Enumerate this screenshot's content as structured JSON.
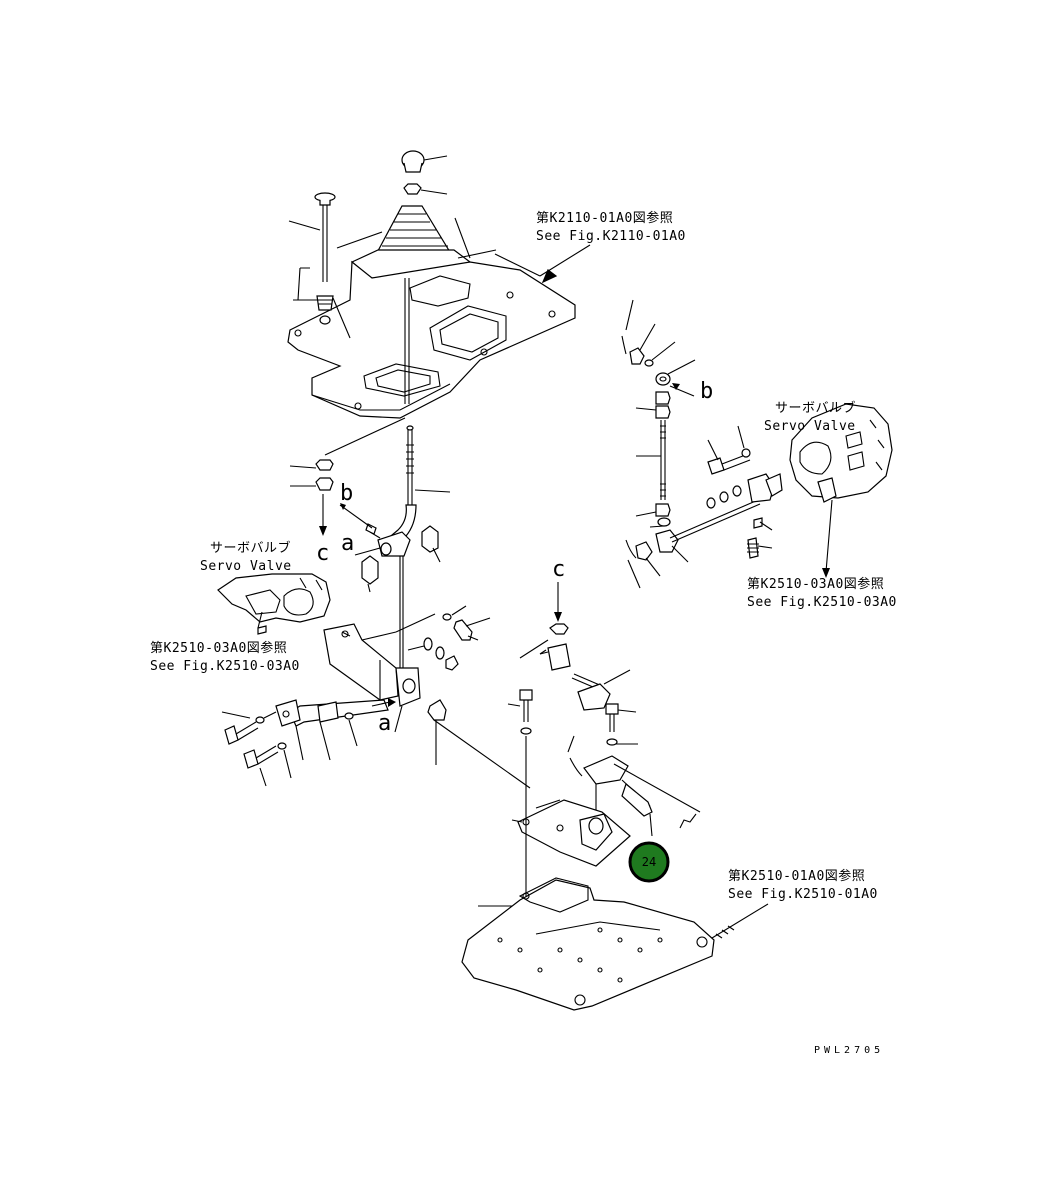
{
  "references": {
    "k2110": {
      "jp": "第K2110-01A0図参照",
      "en": "See Fig.K2110-01A0"
    },
    "k2510_03_right": {
      "jp": "第K2510-03A0図参照",
      "en": "See Fig.K2510-03A0"
    },
    "k2510_03_left": {
      "jp": "第K2510-03A0図参照",
      "en": "See Fig.K2510-03A0"
    },
    "k2510_01": {
      "jp": "第K2510-01A0図参照",
      "en": "See Fig.K2510-01A0"
    }
  },
  "servo_valve_right": {
    "jp": "サーボバルブ",
    "en": "Servo Valve"
  },
  "servo_valve_left": {
    "jp": "サーボバルブ",
    "en": "Servo Valve"
  },
  "view_markers": {
    "a1": "a",
    "a2": "a",
    "b1": "b",
    "b2": "b",
    "c1": "c",
    "c2": "c"
  },
  "callout": {
    "number": "24",
    "color": "#1f7a1f"
  },
  "drawing_code": "PWL2705"
}
